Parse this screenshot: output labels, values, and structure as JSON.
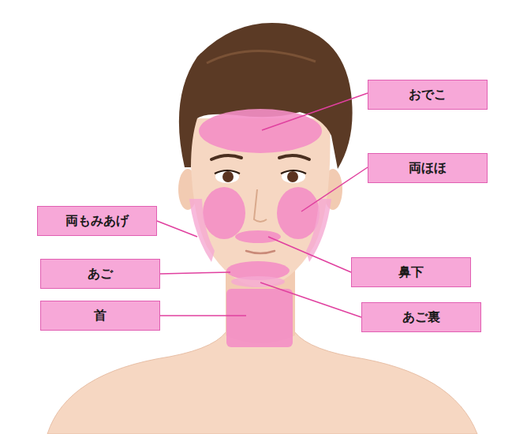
{
  "diagram": {
    "nodes": [
      {
        "text": [
          "おでこ"
        ]
      },
      {
        "text": [
          "両ほほ"
        ]
      },
      {
        "text": [
          "両もみあげ"
        ]
      },
      {
        "text": [
          "あご"
        ]
      },
      {
        "text": [
          "鼻下"
        ]
      },
      {
        "text": [
          "首"
        ]
      },
      {
        "text": [
          "あご裏"
        ]
      }
    ]
  }
}
